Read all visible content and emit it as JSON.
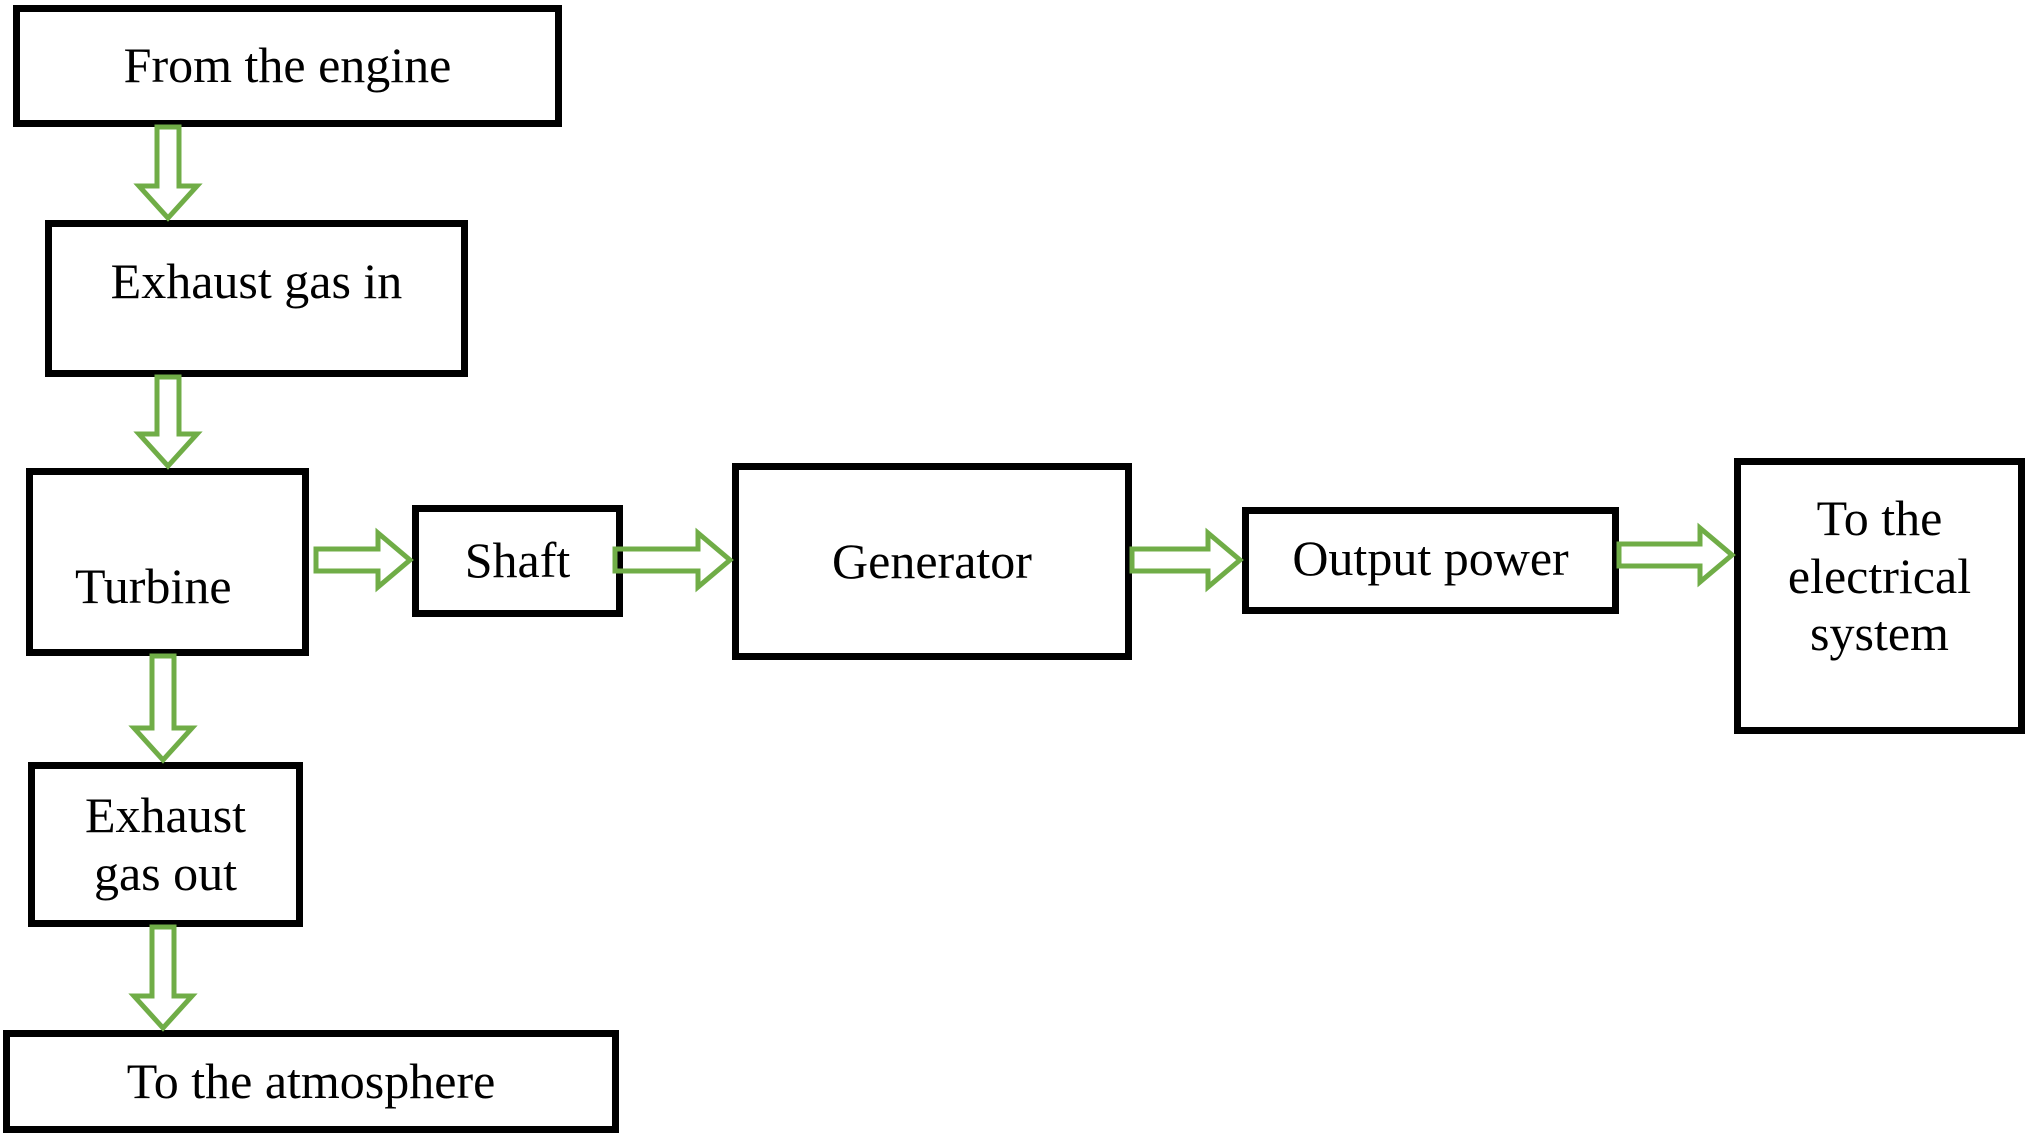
{
  "diagram": {
    "nodes": {
      "engine": "From the engine",
      "exhaust_in": "Exhaust gas in",
      "turbine": "Turbine",
      "shaft": "Shaft",
      "generator": "Generator",
      "output_power": "Output power",
      "electrical_system": "To the\nelectrical\nsystem",
      "exhaust_out": "Exhaust\ngas out",
      "atmosphere": "To the atmosphere"
    },
    "edges": [
      {
        "from": "engine",
        "to": "exhaust_in"
      },
      {
        "from": "exhaust_in",
        "to": "turbine"
      },
      {
        "from": "turbine",
        "to": "shaft"
      },
      {
        "from": "shaft",
        "to": "generator"
      },
      {
        "from": "generator",
        "to": "output_power"
      },
      {
        "from": "output_power",
        "to": "electrical_system"
      },
      {
        "from": "turbine",
        "to": "exhaust_out"
      },
      {
        "from": "exhaust_out",
        "to": "atmosphere"
      }
    ],
    "arrow_color": "#70AD47",
    "border_color": "#000000"
  }
}
